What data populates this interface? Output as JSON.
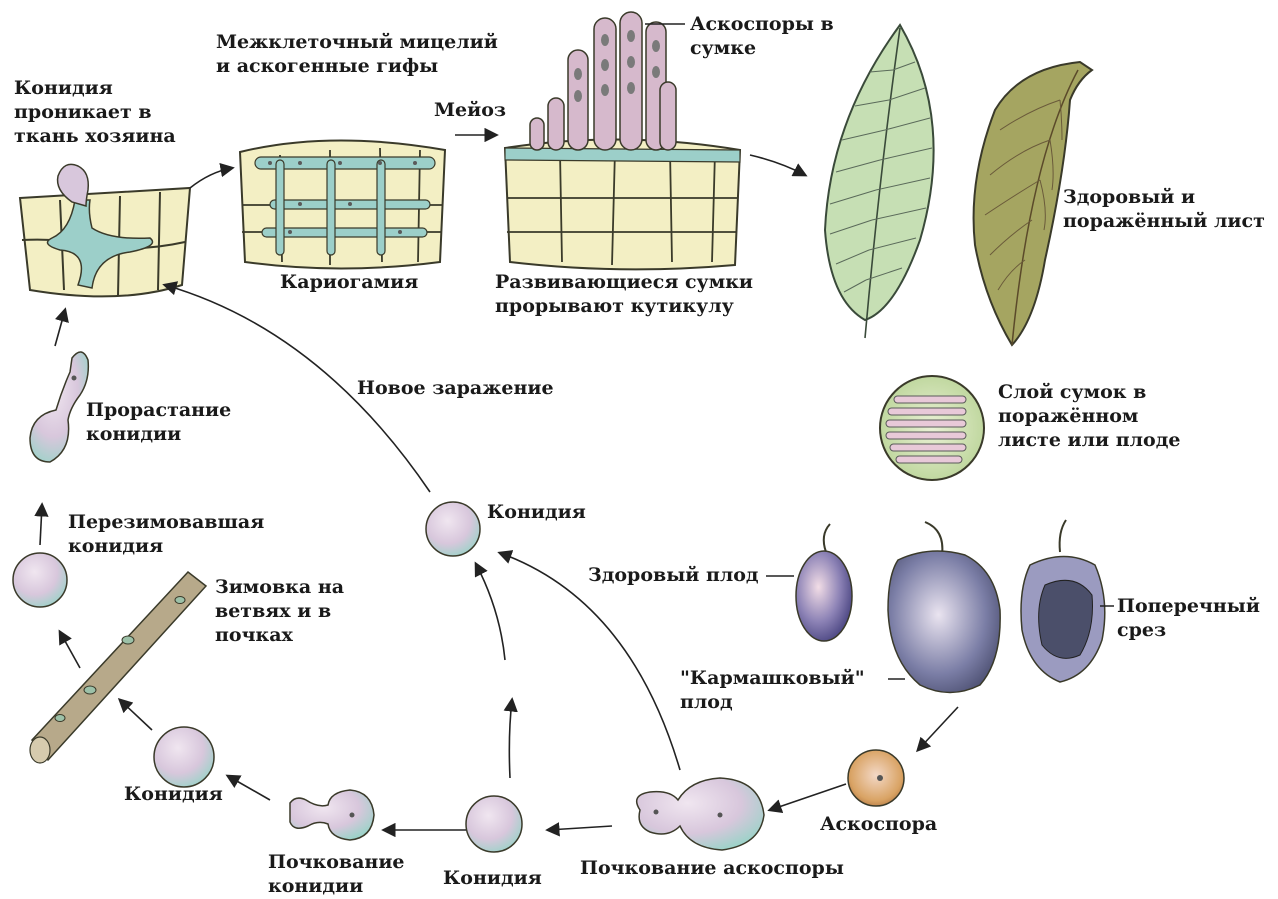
{
  "colors": {
    "tissue_fill": "#f3efc4",
    "tissue_outline": "#3a3a2a",
    "hypha": "#9ccfc9",
    "ascus": "#d6b9cc",
    "conidium": "#d8c7dc",
    "conidium_teal": "#a8d6cc",
    "leaf_healthy": "#c6dfb4",
    "leaf_diseased": "#a5a561",
    "fruit_purple": "#7b6ea6",
    "fruit_dark": "#5a5577",
    "branch": "#b7a98a",
    "ascospore": "#d9a364",
    "arrow": "#222222"
  },
  "icons": {
    "cycle_arrow": "arrow-icon",
    "leader_line": "line-icon"
  },
  "labels": {
    "conidium_penetrates": "Конидия\nпроникает в\nткань хозяина",
    "intercellular_mycelium": "Межклеточный мицелий\nи аскогенные гифы",
    "meiosis": "Мейоз",
    "ascospores_in_ascus": "Аскоспоры в\nсумке",
    "karyogamy": "Кариогамия",
    "developing_asci": "Развивающиеся сумки\nпрорывают кутикулу",
    "healthy_diseased_leaf": "Здоровый и\nпоражённый лист",
    "new_infection": "Новое заражение",
    "conidium_germination": "Прорастание\nконидии",
    "asci_layer": "Слой сумок в\nпоражённом\nлисте или плоде",
    "overwintered_conidium": "Перезимовавшая\nконидия",
    "conidium_top": "Конидия",
    "overwintering": "Зимовка на\nветвях и в\nпочках",
    "healthy_fruit": "Здоровый плод",
    "cross_section": "Поперечный\nсрез",
    "pocket_fruit": "\"Кармашковый\"\nплод",
    "conidium_left": "Конидия",
    "ascospore": "Аскоспора",
    "conidium_budding": "Почкование\nконидии",
    "conidium_bottom": "Конидия",
    "ascospore_budding": "Почкование аскоспоры"
  }
}
